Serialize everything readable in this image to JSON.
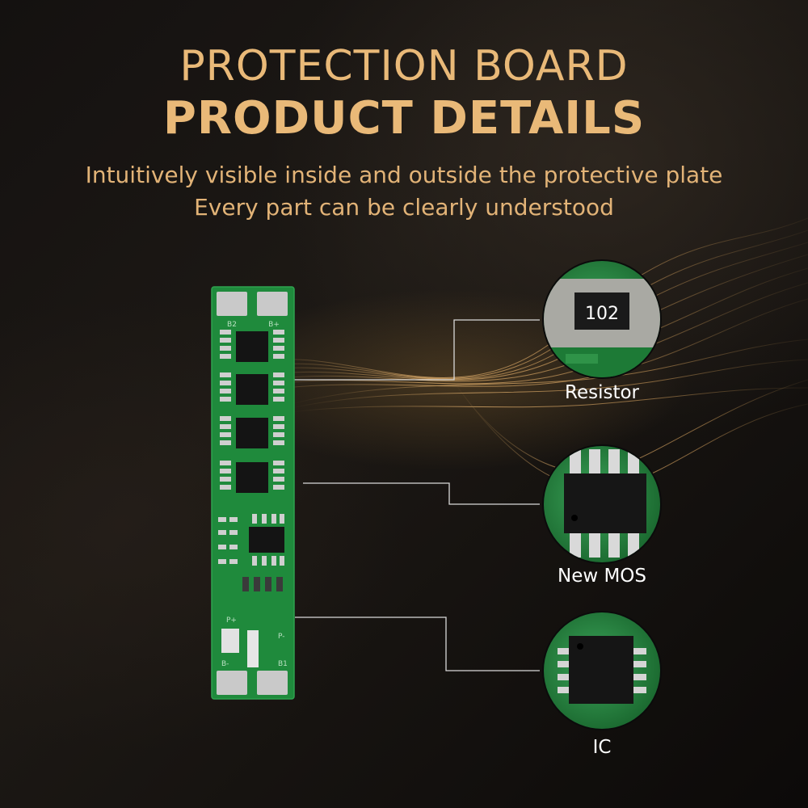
{
  "header": {
    "title_line1": "PROTECTION BOARD",
    "title_line2": "PRODUCT DETAILS",
    "subtitle_line1": "Intuitively visible inside and outside the protective plate",
    "subtitle_line2": "Every part can be clearly understood"
  },
  "callouts": {
    "resistor": {
      "label": "Resistor",
      "marking": "102"
    },
    "mos": {
      "label": "New MOS"
    },
    "ic": {
      "label": "IC"
    }
  },
  "board": {
    "pad_labels": [
      "B2",
      "B+",
      "P+",
      "P-",
      "B-",
      "B1"
    ]
  },
  "colors": {
    "accent_gold": "#e9b978",
    "pcb_green": "#1f8a3c",
    "background": "#0d0b09"
  }
}
